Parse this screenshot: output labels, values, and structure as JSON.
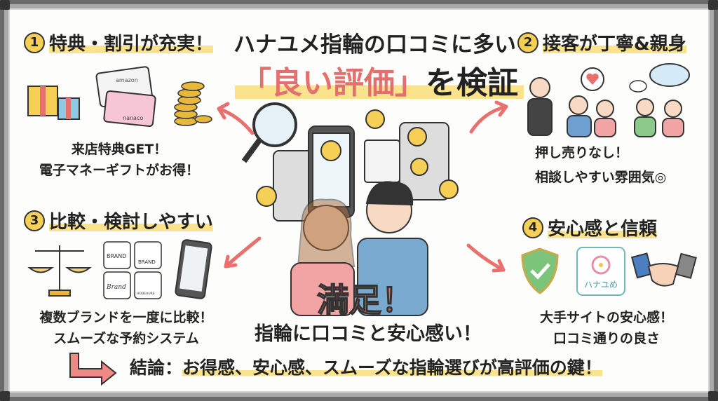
{
  "title": {
    "line1": "ハナユメ指輪の口コミに多い",
    "line2_open": "「",
    "line2_highlight": "良い評価",
    "line2_close": "」",
    "line2_rest": "を検証"
  },
  "sections": [
    {
      "number": "1",
      "heading": "特典・割引が充実！",
      "lines": [
        "来店特典GET！",
        "電子マネーギフトがお得！"
      ],
      "card_labels": [
        "amazon",
        "nanaco"
      ]
    },
    {
      "number": "2",
      "heading": "接客が丁寧&親身",
      "lines": [
        "押し売りなし！",
        "相談しやすい雰囲気◎"
      ]
    },
    {
      "number": "3",
      "heading": "比較・検討しやすい",
      "lines": [
        "複数ブランドを一度に比較！",
        "スムーズな予約システム"
      ],
      "brand_labels": [
        "BRAND",
        "BRAND",
        "Brand",
        "HODEAURE"
      ]
    },
    {
      "number": "4",
      "heading": "安心感と信頼",
      "lines": [
        "大手サイトの安心感！",
        "口コミ通りの良さ"
      ],
      "logo_label": "ハナユめ"
    }
  ],
  "center": {
    "satisfied": "満足！",
    "caption": "指輪に口コミと安心感い！"
  },
  "conclusion": {
    "label": "結論：",
    "text": "お得感、安心感、スムーズな指輪選びが高評価の鍵！"
  },
  "colors": {
    "accent_red": "#e8716f",
    "highlight_yellow": "#fbe38e",
    "number_circle": "#f6cf57",
    "title_pink": "#e46f6f"
  }
}
